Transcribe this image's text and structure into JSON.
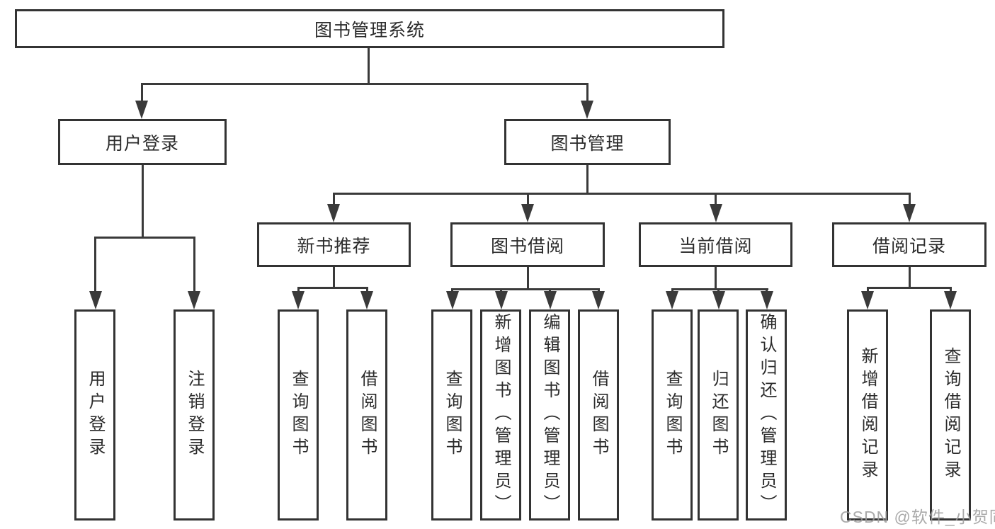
{
  "root": {
    "label": "图书管理系统"
  },
  "user_login": {
    "label": "用户登录",
    "children": [
      "用户登录",
      "注销登录"
    ]
  },
  "book_management": {
    "label": "图书管理",
    "sections": [
      {
        "label": "新书推荐",
        "children": [
          "查询图书",
          "借阅图书"
        ]
      },
      {
        "label": "图书借阅",
        "children": [
          "查询图书",
          "新增图书（管理员）",
          "编辑图书（管理员）",
          "借阅图书"
        ]
      },
      {
        "label": "当前借阅",
        "children": [
          "查询图书",
          "归还图书",
          "确认归还（管理员）"
        ]
      },
      {
        "label": "借阅记录",
        "children": [
          "新增借阅记录",
          "查询借阅记录"
        ]
      }
    ]
  },
  "watermark": {
    "text": "CSDN @软件_小贺同学"
  },
  "colors": {
    "line": "#3a3a3a",
    "box_border": "#333333",
    "text": "#2b2b2b",
    "background": "#ffffff",
    "watermark": "#9c9c9c"
  }
}
